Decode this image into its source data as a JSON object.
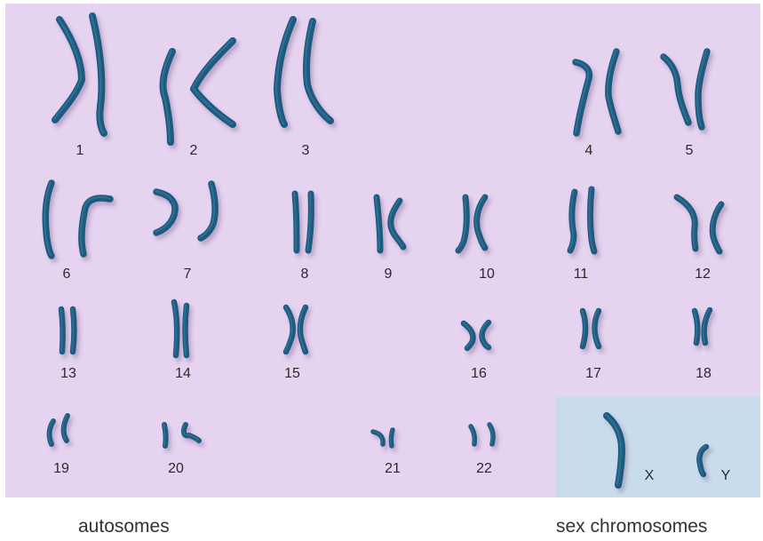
{
  "colors": {
    "autosome_panel": "#e5d3f0",
    "sex_panel": "#c9dcec",
    "chromosome": "#1f5a7e",
    "chromosome_highlight": "#3c7fa6"
  },
  "captions": {
    "autosomes": "autosomes",
    "sex": "sex chromosomes"
  },
  "pairs": [
    {
      "label": "1"
    },
    {
      "label": "2"
    },
    {
      "label": "3"
    },
    {
      "label": "4"
    },
    {
      "label": "5"
    },
    {
      "label": "6"
    },
    {
      "label": "7"
    },
    {
      "label": "8"
    },
    {
      "label": "9"
    },
    {
      "label": "10"
    },
    {
      "label": "11"
    },
    {
      "label": "12"
    },
    {
      "label": "13"
    },
    {
      "label": "14"
    },
    {
      "label": "15"
    },
    {
      "label": "16"
    },
    {
      "label": "17"
    },
    {
      "label": "18"
    },
    {
      "label": "19"
    },
    {
      "label": "20"
    },
    {
      "label": "21"
    },
    {
      "label": "22"
    }
  ],
  "sex_chromosomes": [
    {
      "label": "X"
    },
    {
      "label": "Y"
    }
  ]
}
